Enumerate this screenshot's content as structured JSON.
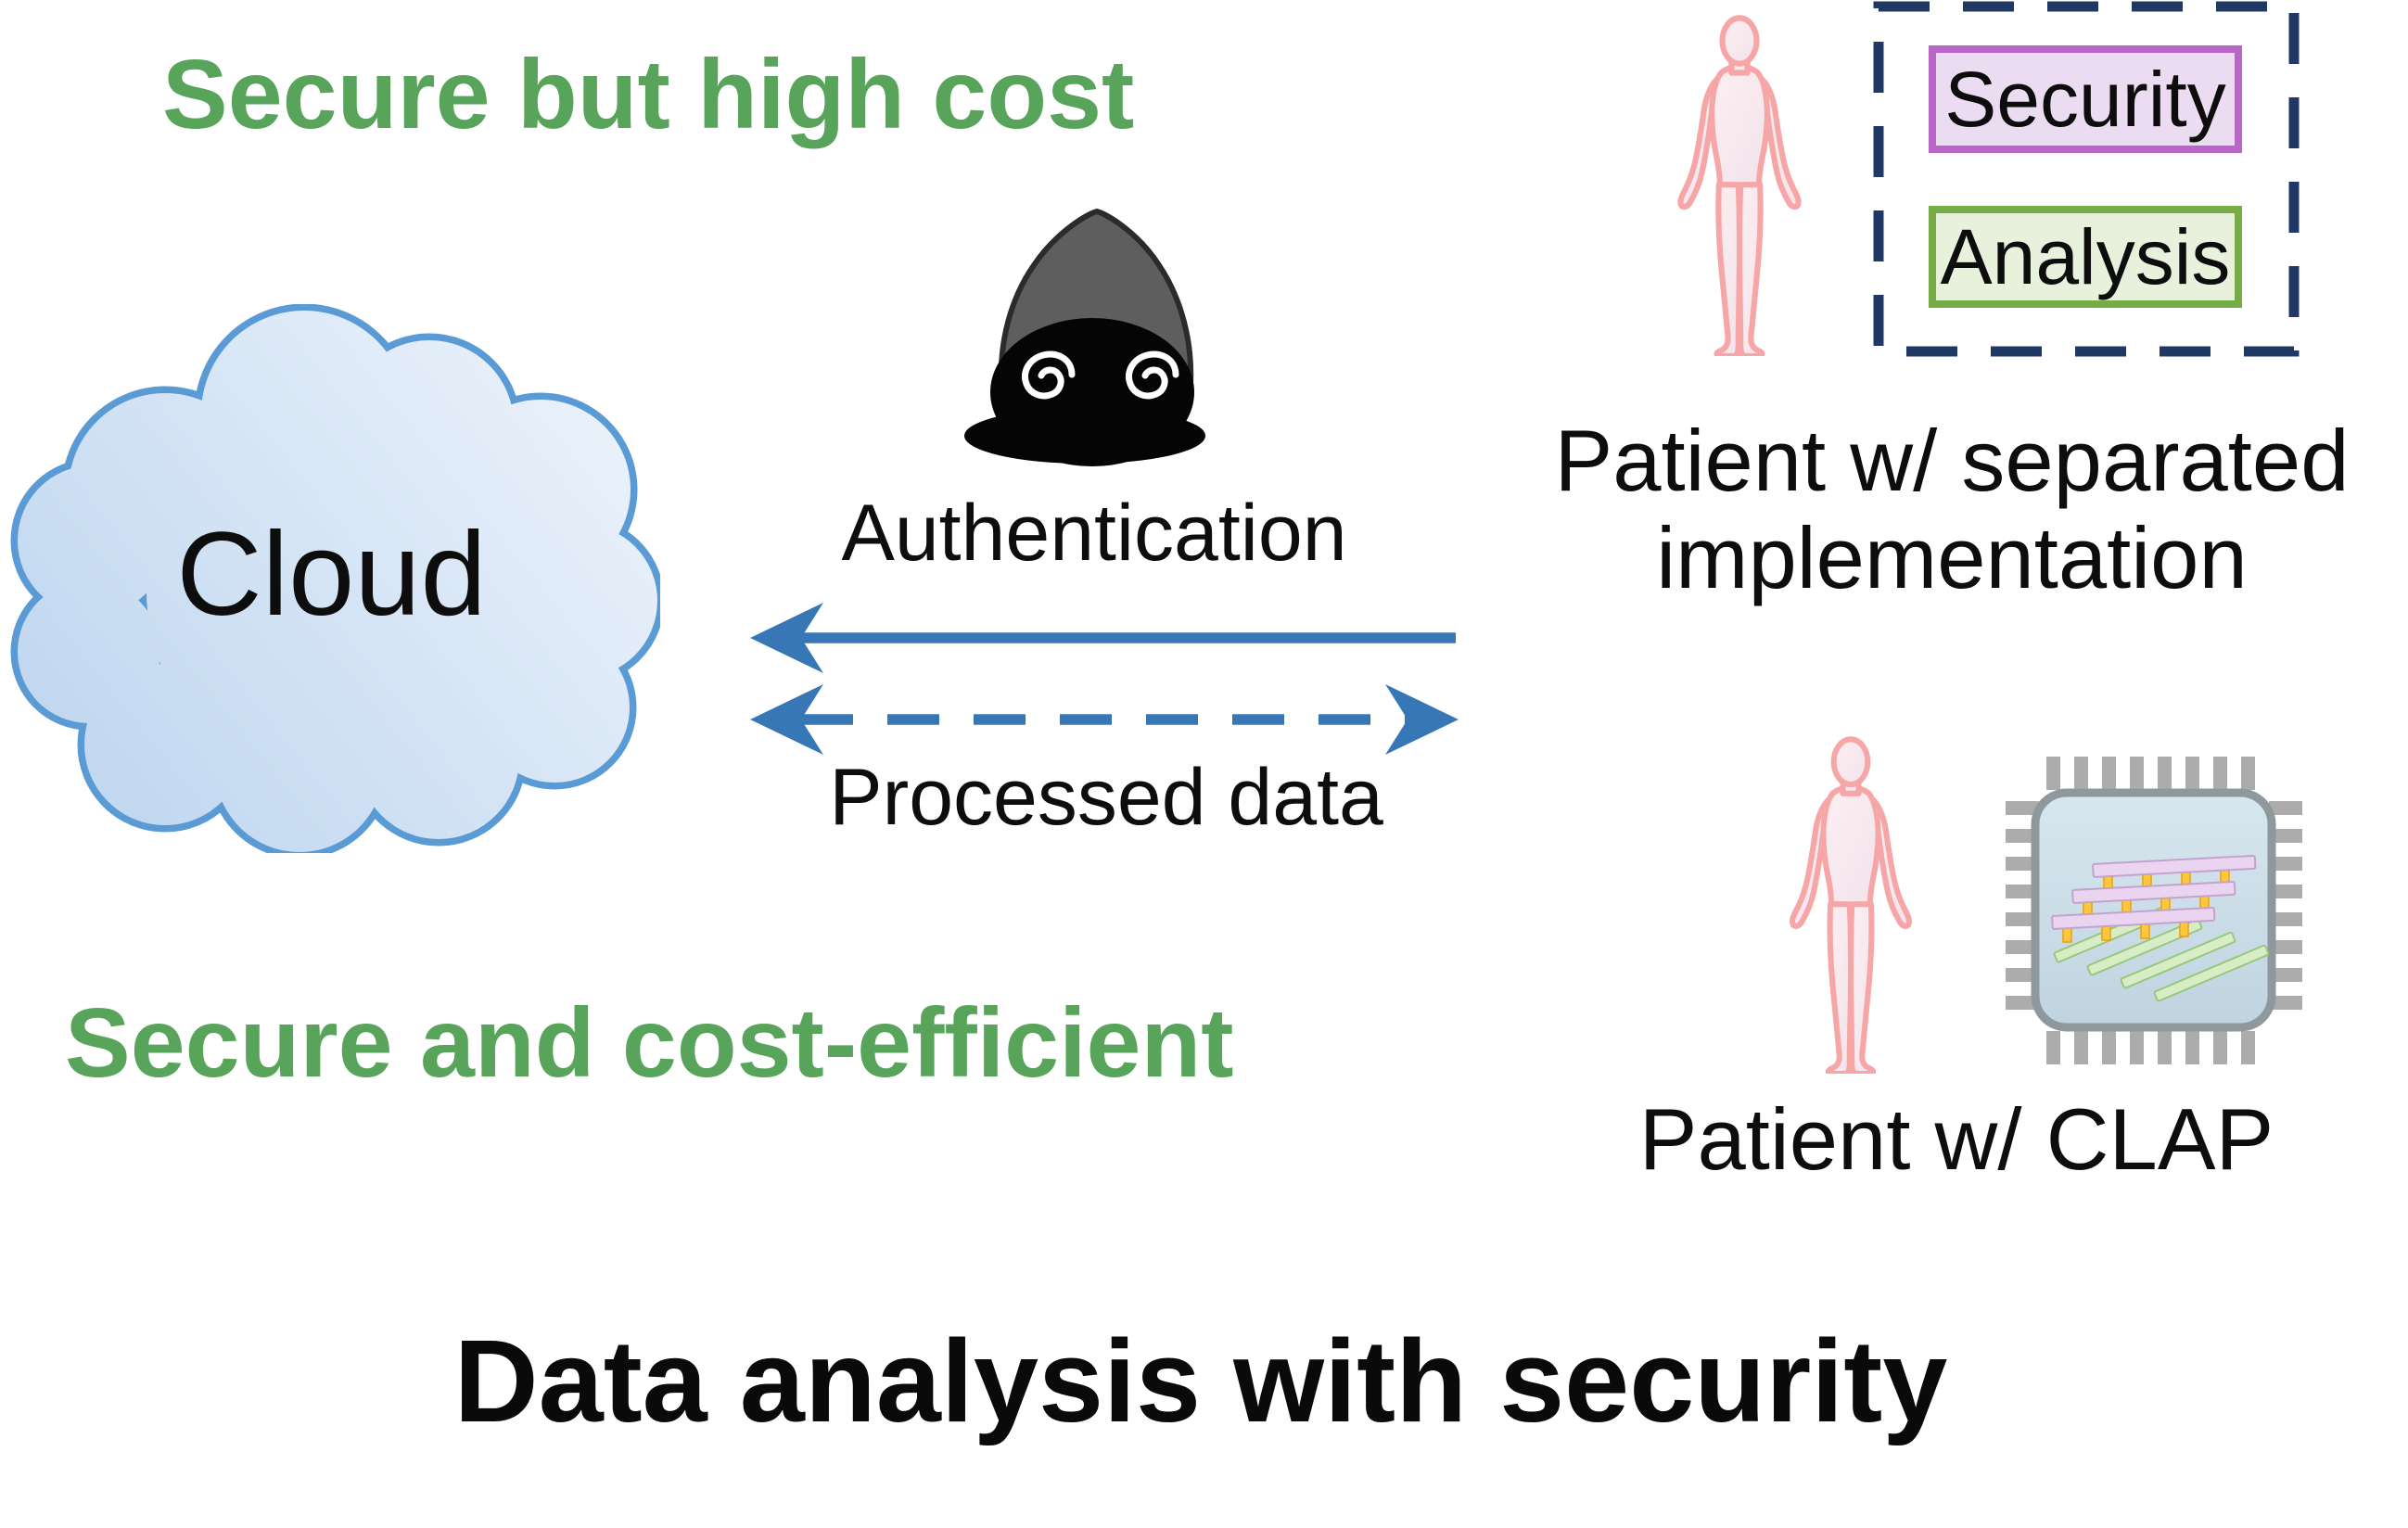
{
  "labels": {
    "heading_top": "Secure but high cost",
    "heading_bottom": "Secure and cost-efficient",
    "title": "Data analysis with security",
    "cloud": "Cloud",
    "authentication": "Authentication",
    "processed_data": "Processed data",
    "security": "Security",
    "analysis": "Analysis",
    "patient_separated_line1": "Patient w/ separated",
    "patient_separated_line2": "implementation",
    "patient_clap": "Patient w/ CLAP"
  },
  "colors": {
    "heading_green": "#57A45A",
    "arrow_blue": "#3877B6",
    "dashed_frame_navy": "#1F3864",
    "security_border_purple": "#BA66C8",
    "security_fill": "#ECDCF2",
    "analysis_border_green": "#77AD46",
    "analysis_fill": "#E7F1DC",
    "cloud_stroke_blue": "#5B9BD5",
    "cloud_fill_light": "#BDD5EF",
    "patient_pink": "#F6A6A6",
    "chip_pin_gray": "#ACACAC",
    "hood_gray": "#5E5E5E",
    "text_black": "#111111"
  },
  "icons": [
    "cloud-shape-icon",
    "hooded-attacker-icon",
    "spiral-eye-icon",
    "solid-left-arrow-icon",
    "dashed-double-arrow-icon",
    "patient-silhouette-icon",
    "microchip-icon",
    "crossbar-array-icon",
    "dashed-frame"
  ]
}
